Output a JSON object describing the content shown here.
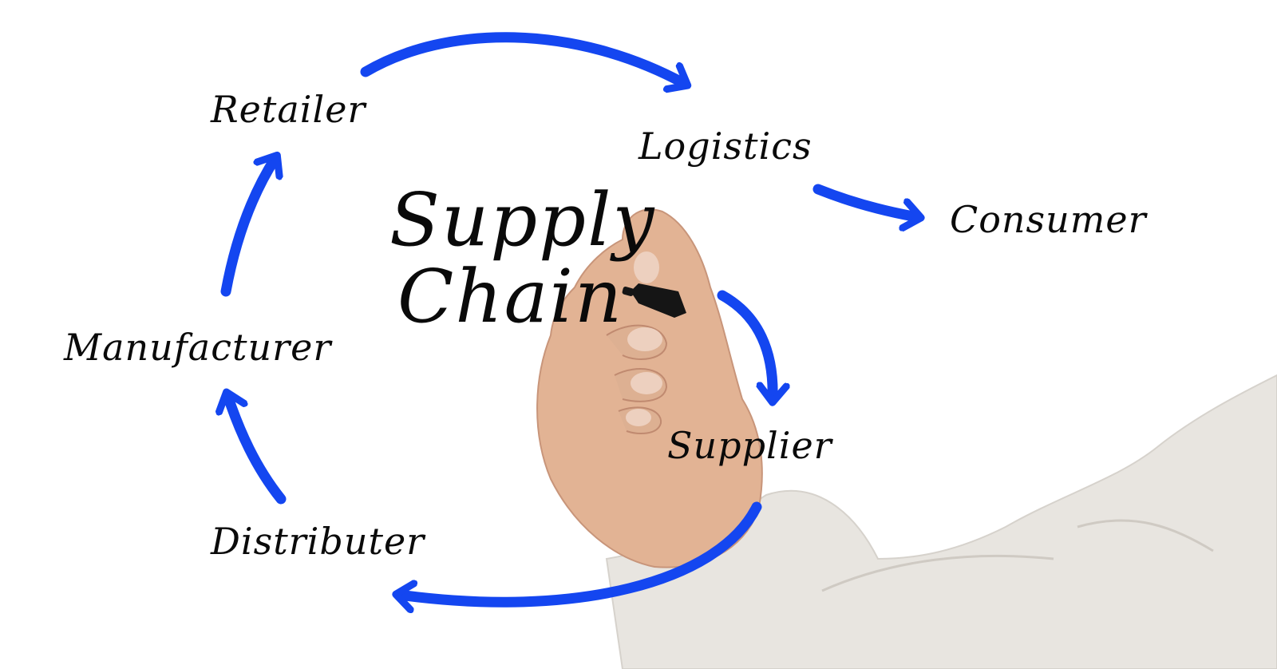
{
  "diagram": {
    "title_line1": "Supply",
    "title_line2": "Chain",
    "nodes": [
      {
        "id": "retailer",
        "label": "Retailer"
      },
      {
        "id": "logistics",
        "label": "Logistics"
      },
      {
        "id": "consumer",
        "label": "Consumer"
      },
      {
        "id": "supplier",
        "label": "Supplier"
      },
      {
        "id": "distributer",
        "label": "Distributer"
      },
      {
        "id": "manufacturer",
        "label": "Manufacturer"
      }
    ],
    "edges": [
      {
        "from": "retailer",
        "to": "logistics"
      },
      {
        "from": "logistics",
        "to": "consumer"
      },
      {
        "from": "supply-chain",
        "to": "supplier"
      },
      {
        "from": "supplier",
        "to": "distributer"
      },
      {
        "from": "distributer",
        "to": "manufacturer"
      },
      {
        "from": "manufacturer",
        "to": "retailer"
      }
    ]
  },
  "colors": {
    "arrow": "#1446F0",
    "text": "#0a0a0a",
    "background": "#ffffff",
    "skin": "#e2b394",
    "sleeve": "#e8e5e0",
    "marker": "#151515"
  },
  "illustration": {
    "subject": "hand holding black marker",
    "sleeve": "white shirt sleeve"
  }
}
